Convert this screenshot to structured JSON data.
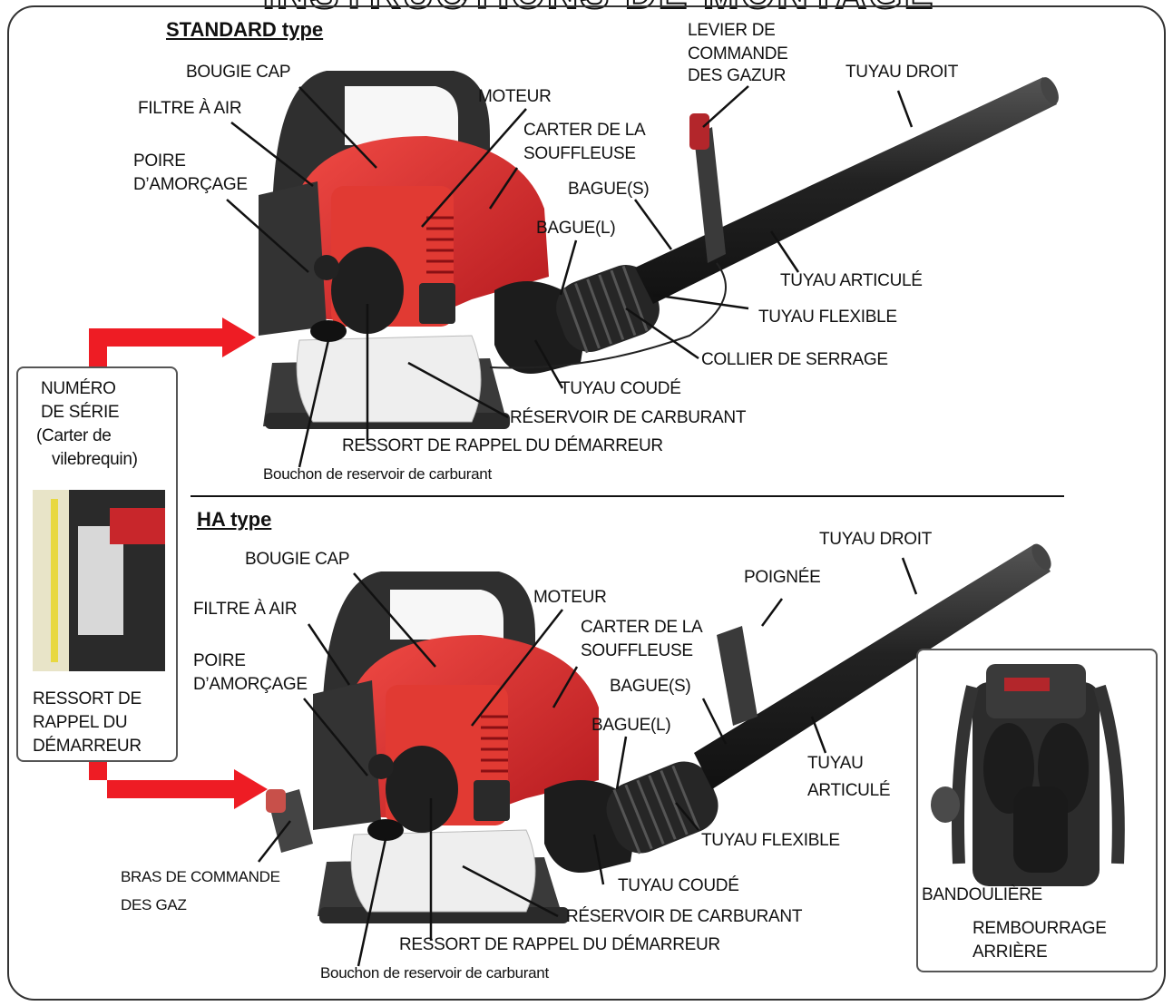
{
  "header": {
    "title": "INSTRUCTIONS DE MONTAGE"
  },
  "standard": {
    "title": "STANDARD type",
    "labels": {
      "bougie_cap": "BOUGIE CAP",
      "filtre_air": "FILTRE À AIR",
      "poire_line1": "POIRE",
      "poire_line2": "D’AMORÇAGE",
      "moteur": "MOTEUR",
      "carter_line1": "CARTER DE LA",
      "carter_line2": "SOUFFLEUSE",
      "levier_line1": "LEVIER DE",
      "levier_line2": "COMMANDE",
      "levier_line3": "DES GAZUR",
      "tuyau_droit": "TUYAU DROIT",
      "bague_s": "BAGUE(S)",
      "bague_l": "BAGUE(L)",
      "tuyau_articule": "TUYAU ARTICULÉ",
      "tuyau_flexible": "TUYAU FLEXIBLE",
      "collier": "COLLIER DE SERRAGE",
      "tuyau_coude": "TUYAU COUDÉ",
      "reservoir": "RÉSERVOIR DE CARBURANT",
      "ressort": "RESSORT DE RAPPEL DU DÉMARREUR",
      "bouchon": "Bouchon de reservoir de carburant"
    }
  },
  "serial_inset": {
    "line1": "NUMÉRO",
    "line2": "DE SÉRIE",
    "line3": "(Carter de",
    "line4": "vilebrequin)",
    "ressort_line1": "RESSORT  DE",
    "ressort_line2": "RAPPEL DU",
    "ressort_line3": "DÉMARREUR"
  },
  "ha": {
    "title": "HA type",
    "labels": {
      "bougie_cap": "BOUGIE CAP",
      "filtre_air": "FILTRE À AIR",
      "poire_line1": "POIRE",
      "poire_line2": "D’AMORÇAGE",
      "moteur": "MOTEUR",
      "carter_line1": "CARTER DE LA",
      "carter_line2": "SOUFFLEUSE",
      "tuyau_droit": "TUYAU DROIT",
      "poignee": "POIGNÉE",
      "bague_s": "BAGUE(S)",
      "bague_l": "BAGUE(L)",
      "tuyau_articule_line1": "TUYAU",
      "tuyau_articule_line2": "ARTICULÉ",
      "tuyau_flexible": "TUYAU FLEXIBLE",
      "tuyau_coude": "TUYAU COUDÉ",
      "reservoir": "RÉSERVOIR DE CARBURANT",
      "ressort": "RESSORT DE RAPPEL DU DÉMARREUR",
      "bouchon": "Bouchon de reservoir de carburant",
      "bras_line1": "BRAS DE COMMANDE",
      "bras_line2": "DES GAZ"
    }
  },
  "back_inset": {
    "bandouliere": "BANDOULIÈRE",
    "rembourrage_line1": "REMBOURRAGE",
    "rembourrage_line2": "ARRIÈRE"
  },
  "colors": {
    "engine_red": "#d9262b",
    "dark_body": "#2b2b2b",
    "arrow_red": "#ee1c24",
    "tank_white": "#eeeeee",
    "line": "#111111"
  }
}
